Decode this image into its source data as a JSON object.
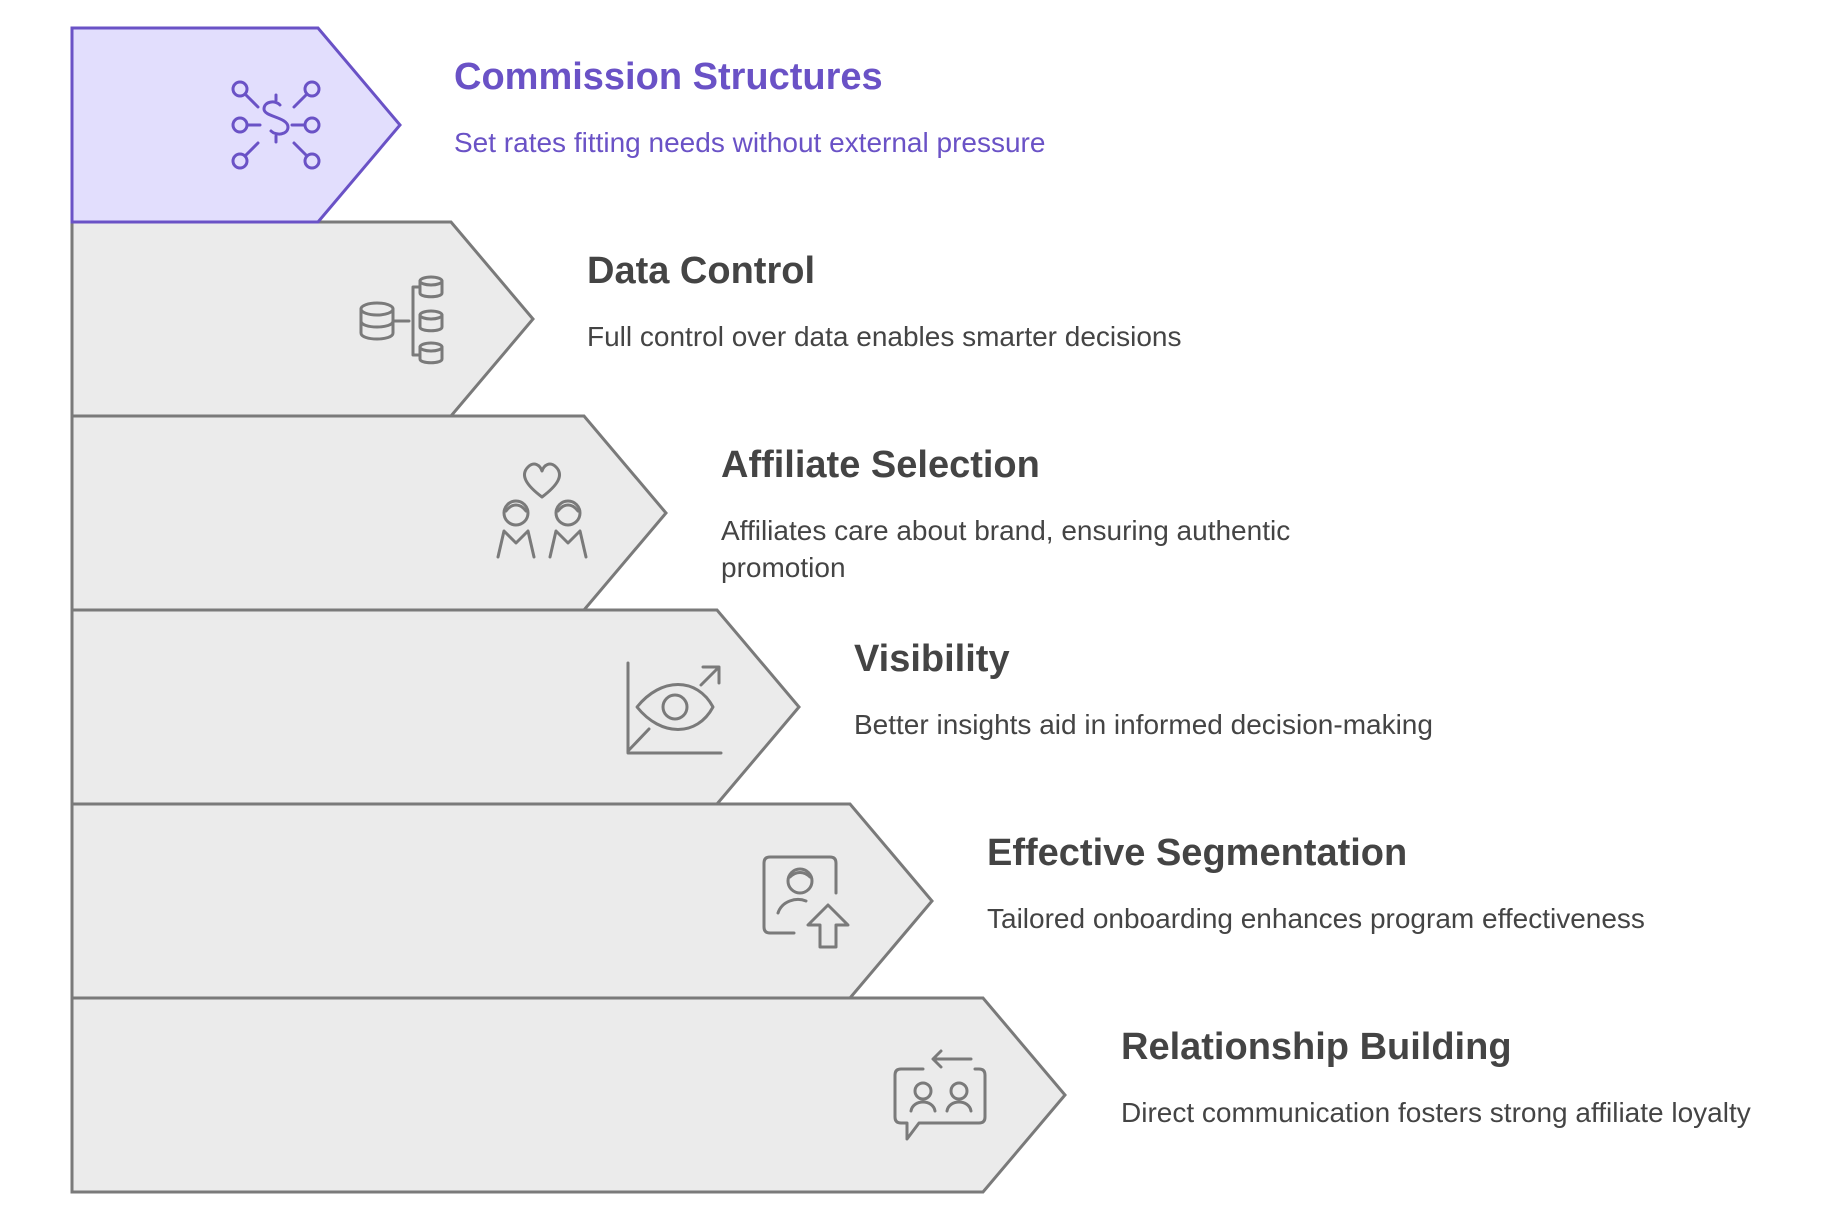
{
  "colors": {
    "highlight_fill": "#e2defd",
    "highlight_stroke": "#6a52c6",
    "default_fill": "#ebebeb",
    "default_stroke": "#7a7a7a",
    "text": "#444444"
  },
  "steps": [
    {
      "title": "Commission Structures",
      "description": "Set rates fitting needs without external pressure",
      "icon": "dollar-network-icon",
      "highlighted": true
    },
    {
      "title": "Data Control",
      "description": "Full control over data enables smarter decisions",
      "icon": "database-tree-icon",
      "highlighted": false
    },
    {
      "title": "Affiliate Selection",
      "description": "Affiliates care about brand, ensuring authentic promotion",
      "icon": "two-people-heart-icon",
      "highlighted": false
    },
    {
      "title": "Visibility",
      "description": "Better insights aid in informed decision-making",
      "icon": "eye-chart-arrow-icon",
      "highlighted": false
    },
    {
      "title": "Effective Segmentation",
      "description": "Tailored onboarding enhances program effectiveness",
      "icon": "user-card-upload-icon",
      "highlighted": false
    },
    {
      "title": "Relationship Building",
      "description": "Direct communication fosters strong affiliate loyalty",
      "icon": "chat-people-exchange-icon",
      "highlighted": false
    }
  ]
}
